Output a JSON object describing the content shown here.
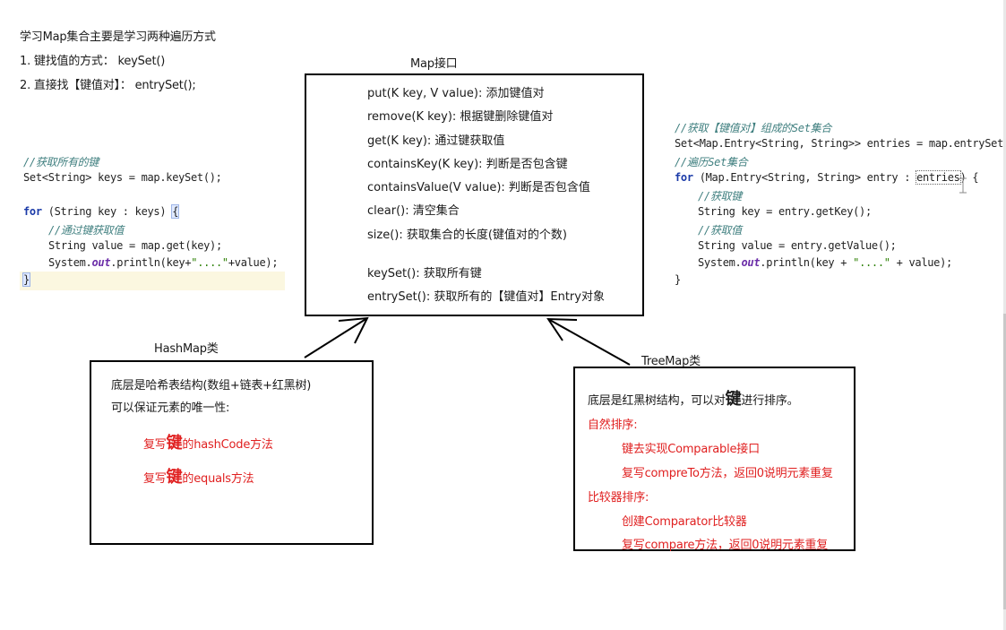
{
  "intro": {
    "title": "学习Map集合主要是学习两种遍历方式",
    "item1": "1. 键找值的方式：  keySet()",
    "item2": "2. 直接找【键值对】：  entrySet();"
  },
  "left_code": {
    "comment1": "//获取所有的键",
    "line1": "Set<String> keys = map.keySet();",
    "for_kw": "for",
    "for_rest": " (String key : keys) ",
    "brace_open": "{",
    "comment2": "//通过键获取值",
    "line3": "String value = map.get(key);",
    "sys": "System.",
    "out": "out",
    "println_a": ".println(key+",
    "str_dots": "\"....\"",
    "println_b": "+value);",
    "brace_close": "}"
  },
  "map_interface": {
    "title": "Map接口",
    "methods": [
      "put(K key, V  value): 添加键值对",
      "remove(K key): 根据键删除键值对",
      "get(K key): 通过键获取值",
      "containsKey(K key): 判断是否包含键",
      "containsValue(V value): 判断是否包含值",
      "clear(): 清空集合",
      "size():  获取集合的长度(键值对的个数)"
    ],
    "methods2": [
      "keySet():  获取所有键",
      "entrySet(): 获取所有的【键值对】Entry对象"
    ]
  },
  "right_code": {
    "comment1": "//获取【键值对】组成的Set集合",
    "line1": "Set<Map.Entry<String, String>> entries = map.entrySet(",
    "comment2": "//遍历Set集合",
    "for_kw": "for",
    "for_rest": " (Map.Entry<String, String> entry : ",
    "entries": "entries",
    "for_end": ") {",
    "comment3": "//获取键",
    "line_key": "String key = entry.getKey();",
    "comment4": "//获取值",
    "line_val": "String value = entry.getValue();",
    "sys": "System.",
    "out": "out",
    "println_a": ".println(key + ",
    "str_dots": "\"....\"",
    "println_b": " + value);",
    "brace_close": "}"
  },
  "hashmap": {
    "title": "HashMap类",
    "line1": "底层是哈希表结构(数组+链表+红黑树)",
    "line2": "可以保证元素的唯一性:",
    "r1_pre": "复写",
    "r1_key": "键",
    "r1_post": "的hashCode方法",
    "r2_pre": "复写",
    "r2_key": "键",
    "r2_post": "的equals方法"
  },
  "treemap": {
    "title": "TreeMap类",
    "line1_pre": "底层是红黑树结构，可以对",
    "line1_key": "键",
    "line1_post": "进行排序。",
    "natural": "自然排序:",
    "n1": "键去实现Comparable接口",
    "n2": "复写compreTo方法，返回0说明元素重复",
    "comparator": "比较器排序:",
    "c1": "创建Comparator比较器",
    "c2": "复写compare方法，返回0说明元素重复"
  },
  "colors": {
    "accent_red": "#e02020",
    "comment_teal": "#3f7f7f",
    "keyword_blue": "#1a3aa8",
    "field_purple": "#6b2da8",
    "string_green": "#2a7f00"
  }
}
